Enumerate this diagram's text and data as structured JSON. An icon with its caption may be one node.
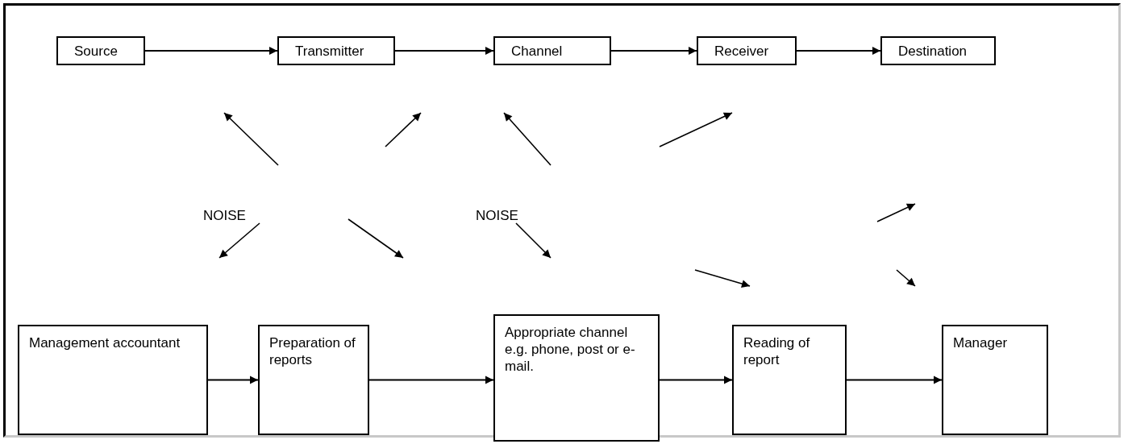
{
  "diagram": {
    "nodes": [
      {
        "text": [
          "Source"
        ]
      },
      {
        "text": [
          "Transmitter"
        ]
      },
      {
        "text": [
          "Channel"
        ]
      },
      {
        "text": [
          "Receiver"
        ]
      },
      {
        "text": [
          "Destination"
        ]
      },
      {
        "text": [
          "NOISE"
        ]
      },
      {
        "text": [
          "NOISE"
        ]
      },
      {
        "text": [
          "Management accountant"
        ]
      },
      {
        "text": [
          "Preparation of reports"
        ]
      },
      {
        "text": [
          "Appropriate channel e.g. phone, post or e-mail."
        ]
      },
      {
        "text": [
          "Reading of report"
        ]
      },
      {
        "text": [
          "Manager"
        ]
      }
    ],
    "edges": [
      {
        "from": 0,
        "to": 1,
        "arrow": "to"
      },
      {
        "from": 1,
        "to": 2,
        "arrow": "to"
      },
      {
        "from": 2,
        "to": 3,
        "arrow": "to"
      },
      {
        "from": 3,
        "to": 4,
        "arrow": "to"
      },
      {
        "from": 7,
        "to": 8,
        "arrow": "to"
      },
      {
        "from": 8,
        "to": 9,
        "arrow": "to"
      },
      {
        "from": 9,
        "to": 10,
        "arrow": "to"
      },
      {
        "from": 10,
        "to": 11,
        "arrow": "to"
      }
    ]
  }
}
